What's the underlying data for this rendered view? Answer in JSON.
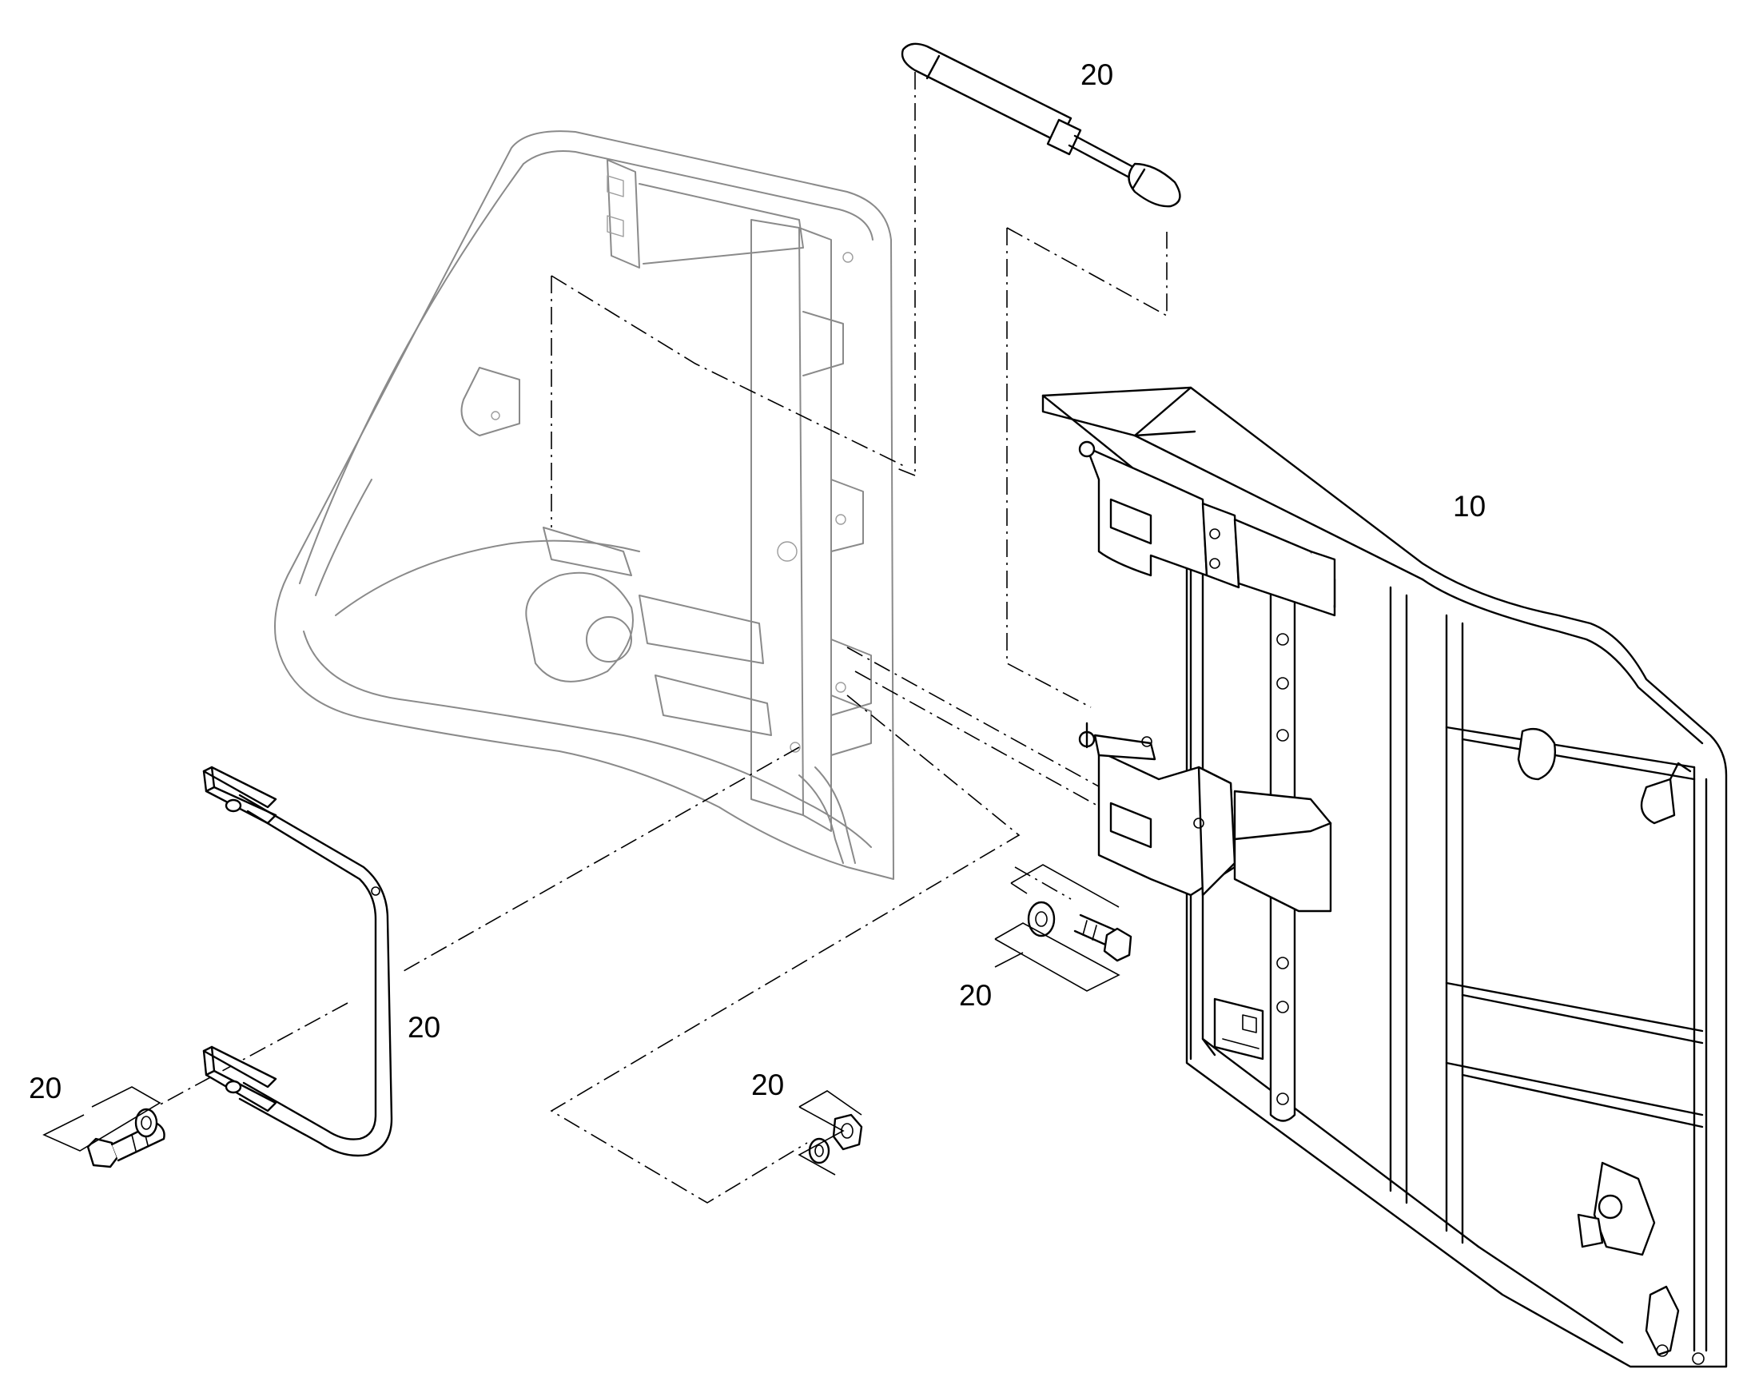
{
  "callouts": [
    {
      "id": "gas-strut",
      "label": "20"
    },
    {
      "id": "door-panel",
      "label": "10"
    },
    {
      "id": "handle-bar",
      "label": "20"
    },
    {
      "id": "left-bolt-washer",
      "label": "20"
    },
    {
      "id": "center-nut-washer",
      "label": "20"
    },
    {
      "id": "right-bolt-washer",
      "label": "20"
    }
  ]
}
